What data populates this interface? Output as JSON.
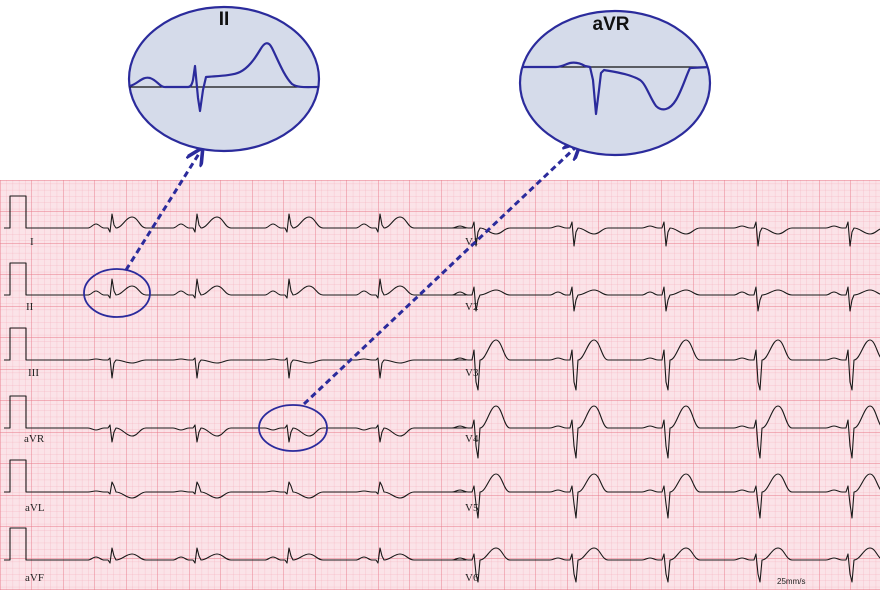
{
  "zoom_panels": [
    {
      "title": "II",
      "lead": "II"
    },
    {
      "title": "aVR",
      "lead": "aVR"
    }
  ],
  "lead_labels_left": [
    "I",
    "II",
    "III",
    "aVR",
    "aVL",
    "aVF"
  ],
  "lead_labels_right": [
    "V1",
    "V2",
    "V3",
    "V4",
    "V5",
    "V6"
  ],
  "paper_speed": "25mm/s",
  "colors": {
    "grid_background": "#fbe3e8",
    "grid_minor": "#f3a9b6",
    "grid_major": "#e87889",
    "trace": "#1a1a1a",
    "callout_blue": "#2b2b9c",
    "zoom_fill": "#d5dbea"
  }
}
